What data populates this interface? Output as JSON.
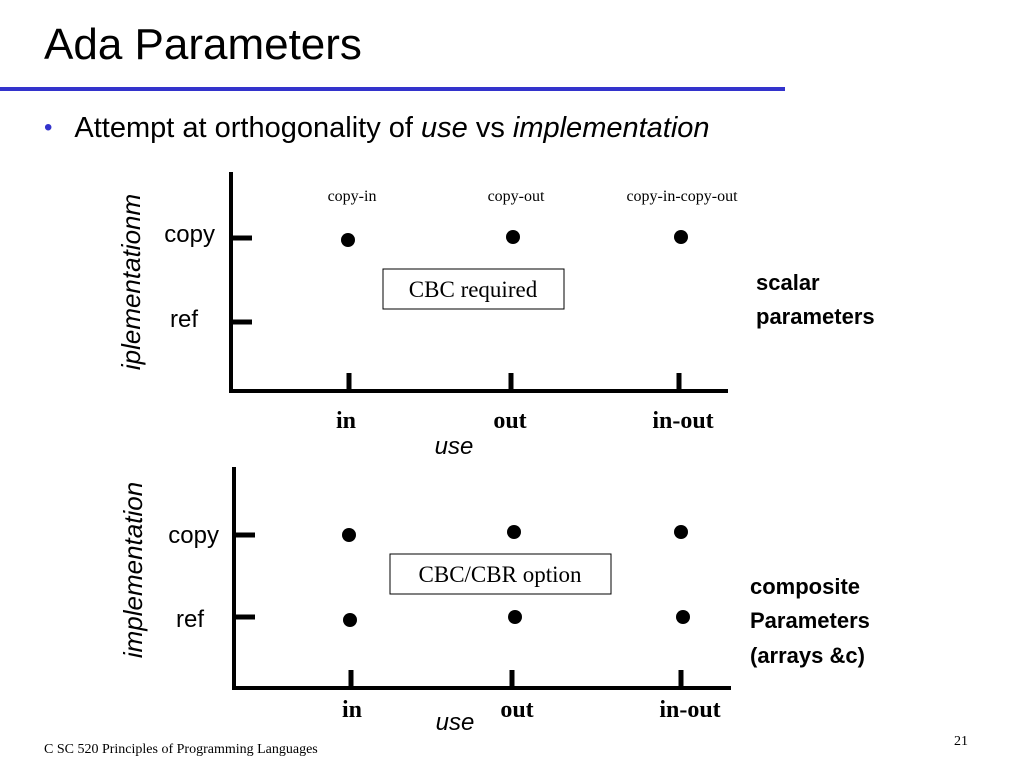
{
  "slide": {
    "title": "Ada Parameters",
    "page_number": "21",
    "footer": "C SC 520 Principles of Programming Languages",
    "accent_color": "#3333cc"
  },
  "bullet": {
    "prefix": "Attempt at orthogonality of ",
    "word_use": "use",
    "middle": " vs ",
    "word_impl": "implementation"
  },
  "scalar_chart": {
    "y_axis_label": "iplementationm",
    "x_axis_label": "use",
    "y_ticks": [
      "copy",
      "ref"
    ],
    "x_ticks": [
      "in",
      "out",
      "in-out"
    ],
    "column_headers": [
      "copy-in",
      "copy-out",
      "copy-in-copy-out"
    ],
    "box_label": "CBC required",
    "side_label_lines": [
      "scalar",
      "parameters"
    ],
    "points": [
      {
        "use": "in",
        "implementation": "copy"
      },
      {
        "use": "out",
        "implementation": "copy"
      },
      {
        "use": "in-out",
        "implementation": "copy"
      }
    ]
  },
  "composite_chart": {
    "y_axis_label": "implementation",
    "x_axis_label": "use",
    "y_ticks": [
      "copy",
      "ref"
    ],
    "x_ticks": [
      "in",
      "out",
      "in-out"
    ],
    "box_label": "CBC/CBR option",
    "side_label_lines": [
      "composite",
      "Parameters",
      "(arrays &c)"
    ],
    "points": [
      {
        "use": "in",
        "implementation": "copy"
      },
      {
        "use": "out",
        "implementation": "copy"
      },
      {
        "use": "in-out",
        "implementation": "copy"
      },
      {
        "use": "in",
        "implementation": "ref"
      },
      {
        "use": "out",
        "implementation": "ref"
      },
      {
        "use": "in-out",
        "implementation": "ref"
      }
    ]
  }
}
